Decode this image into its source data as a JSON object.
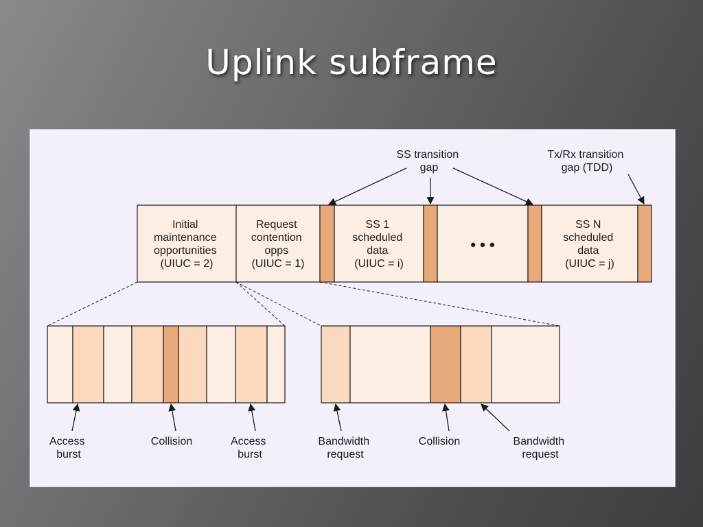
{
  "slide": {
    "title": "Uplink subframe"
  },
  "colors": {
    "pale": "#fdeee3",
    "light": "#fad9be",
    "dark": "#e8a97a",
    "outline": "#1a1a1a",
    "panel": "#f3f0fb"
  },
  "diagram": {
    "top_labels": {
      "ss_gap": [
        "SS transition",
        "gap"
      ],
      "txrx_gap": [
        "Tx/Rx transition",
        "gap (TDD)"
      ]
    },
    "top_bar": {
      "initial": [
        "Initial",
        "maintenance",
        "opportunities",
        "(UIUC = 2)"
      ],
      "request": [
        "Request",
        "contention",
        "opps",
        "(UIUC = 1)"
      ],
      "ss1": [
        "SS 1",
        "scheduled",
        "data",
        "(UIUC = i)"
      ],
      "ellipsis": "• • •",
      "ssn": [
        "SS N",
        "scheduled",
        "data",
        "(UIUC = j)"
      ]
    },
    "bottom_labels": {
      "access1": [
        "Access",
        "burst"
      ],
      "collision1": "Collision",
      "access2": [
        "Access",
        "burst"
      ],
      "bandwidth1": [
        "Bandwidth",
        "request"
      ],
      "collision2": "Collision",
      "bandwidth2": [
        "Bandwidth",
        "request"
      ]
    }
  }
}
